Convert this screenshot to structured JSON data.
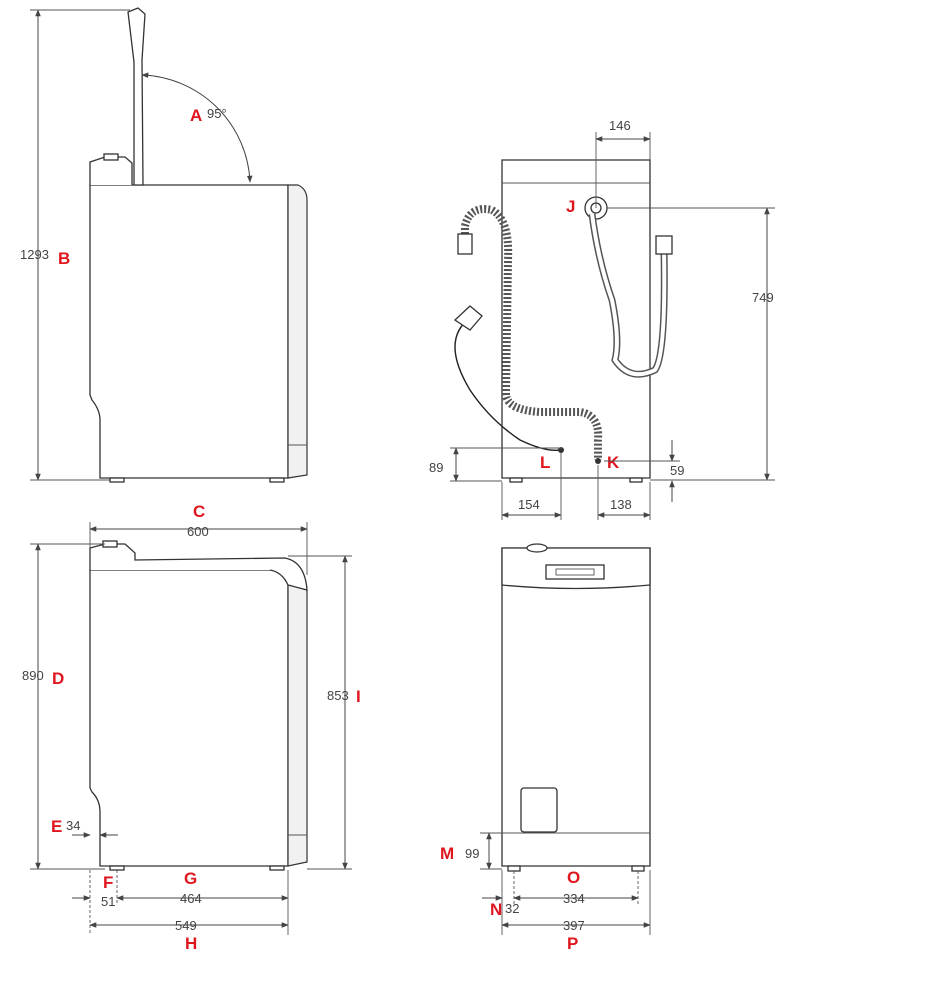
{
  "colors": {
    "line": "#444444",
    "letter": "#e0161f",
    "background": "#ffffff"
  },
  "views": {
    "side_open": {
      "A_letter": "A",
      "A_value": "95°",
      "B_value": "1293",
      "B_letter": "B"
    },
    "rear": {
      "dim_146": "146",
      "J_letter": "J",
      "dim_749": "749",
      "dim_89": "89",
      "L_letter": "L",
      "K_letter": "K",
      "dim_59": "59",
      "dim_154": "154",
      "dim_138": "138"
    },
    "side_closed": {
      "C_letter": "C",
      "C_value": "600",
      "D_value": "890",
      "D_letter": "D",
      "I_value": "853",
      "I_letter": "I",
      "E_letter": "E",
      "E_value": "34",
      "F_letter": "F",
      "G_letter": "G",
      "G_value": "464",
      "F_value": "51",
      "H_value": "549",
      "H_letter": "H"
    },
    "front": {
      "M_letter": "M",
      "M_value": "99",
      "O_letter": "O",
      "O_value": "334",
      "N_letter": "N",
      "N_value": "32",
      "P_value": "397",
      "P_letter": "P"
    }
  }
}
